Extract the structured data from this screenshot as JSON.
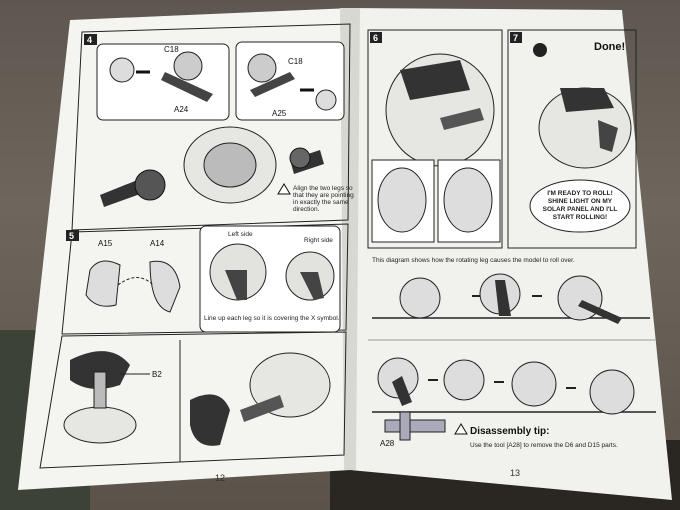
{
  "left_page": {
    "number": "12",
    "step4": {
      "number": "4",
      "callout_left": {
        "top_label": "C18",
        "bottom_label": "A24"
      },
      "callout_right": {
        "top_label": "C18",
        "bottom_label": "A25"
      },
      "warning": "Align the two legs so that they are pointing in exactly the same direction."
    },
    "step5": {
      "number": "5",
      "part_left": "A15",
      "part_right": "A14",
      "left_side": "Left side",
      "right_side": "Right side",
      "line_up_note": "Line up each leg so it is covering the X symbol.",
      "part_b2": "B2"
    }
  },
  "right_page": {
    "number": "13",
    "step6": {
      "number": "6"
    },
    "step7": {
      "number": "7",
      "done": "Done!",
      "speech": [
        "I'M READY TO ROLL!",
        "SHINE LIGHT ON MY",
        "SOLAR PANEL AND I'LL",
        "START ROLLING!"
      ]
    },
    "diagram_caption": "This diagram shows how the rotating leg causes the model to roll over.",
    "disassembly": {
      "part": "A28",
      "title": "Disassembly tip:",
      "text": "Use the tool [A28] to remove the D6 and D15 parts."
    }
  }
}
